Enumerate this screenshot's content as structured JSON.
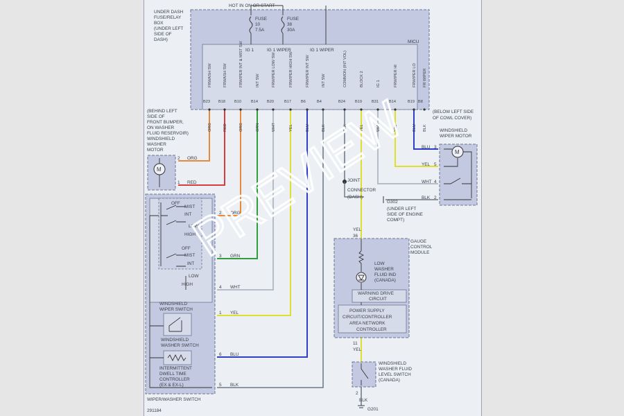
{
  "header": {
    "hot_label": "HOT IN ON OR START"
  },
  "fuse_box": {
    "label_lines": [
      "UNDER DASH",
      "FUSE/RELAY",
      "BOX",
      "(UNDER LEFT",
      "SIDE OF",
      "DASH)"
    ],
    "fuses": [
      {
        "name": "FUSE",
        "number": "10",
        "rating": "7.5A"
      },
      {
        "name": "FUSE",
        "number": "38",
        "rating": "30A"
      }
    ]
  },
  "micu": {
    "label": "MICU",
    "power_labels": [
      "IG 1",
      "IG 1 WIPER",
      "IG 1 WIPER"
    ],
    "terminals": [
      "FRWASH SW",
      "FRWASH SW",
      "FRWIPER INT & MIST SW",
      "INT SW",
      "FRWIPER LOW SW",
      "FRWIPER HIGH SW",
      "FRWIPER INT SW",
      "INT SW",
      "COMMON (INT VOL)",
      "BLOCK 2",
      "IG 1",
      "FRWIPER HI",
      "FRWIPER LO",
      "FR WIPER"
    ],
    "pins": [
      "B23",
      "B18",
      "B10",
      "B14",
      "B20",
      "B17",
      "B6",
      "B4",
      "B24",
      "B19",
      "B31",
      "B14",
      "B19",
      "B8"
    ],
    "wires": [
      "ORG",
      "RED",
      "ORG",
      "GRN",
      "WHT",
      "YEL",
      "BLU",
      "BLK",
      "BLK",
      "YEL",
      "WHT",
      "YEL",
      "BLU",
      "BLK"
    ]
  },
  "washer_motor": {
    "label_lines": [
      "(BEHIND LEFT",
      "SIDE OF",
      "FRONT BUMPER,",
      "ON WASHER",
      "FLUID RESERVOIR)",
      "WINDSHIELD",
      "WASHER",
      "MOTOR"
    ],
    "symbol": "M",
    "pins": [
      "2",
      "1"
    ],
    "wires": [
      "ORG",
      "RED"
    ]
  },
  "wiper_motor": {
    "label_lines": [
      "(BELOW LEFT SIDE",
      "OF COWL COVER)",
      "WINDSHIELD",
      "WIPER MOTOR"
    ],
    "symbol": "M",
    "pins": [
      "3",
      "5",
      "4",
      "2"
    ],
    "wires": [
      "BLU",
      "YEL",
      "WHT",
      "BLK"
    ]
  },
  "ground_g302": {
    "label_lines": [
      "G302",
      "(UNDER LEFT",
      "SIDE OF ENGINE",
      "COMPT)"
    ]
  },
  "joint_connector": {
    "label_lines": [
      "JOINT",
      "CONNECTOR",
      "(DASH)"
    ]
  },
  "switch_assembly": {
    "outer_label": "WIPER/WASHER SWITCH",
    "wiper_switch": {
      "label_lines": [
        "WINDSHIELD",
        "WIPER SWITCH"
      ],
      "positions_a": [
        "OFF",
        "MIST",
        "INT",
        "LOW",
        "HIGH"
      ],
      "positions_b": [
        "OFF",
        "MIST",
        "INT",
        "LOW",
        "HIGH"
      ]
    },
    "washer_switch": {
      "label_lines": [
        "WINDSHIELD",
        "WASHER SWITCH"
      ]
    },
    "dwell_controller": {
      "label_lines": [
        "INTERMITTENT",
        "DWELL TIME",
        "CONTROLLER",
        "(EX & EX-L)"
      ]
    },
    "pins": [
      "2",
      "3",
      "4",
      "1",
      "6",
      "5"
    ],
    "wires": [
      "ORG",
      "GRN",
      "WHT",
      "YEL",
      "BLU",
      "BLK"
    ]
  },
  "gauge_module": {
    "label_lines": [
      "GAUGE",
      "CONTROL",
      "MODULE"
    ],
    "pin_in": "36",
    "wire_in": "YEL",
    "indicator_lines": [
      "LOW",
      "WASHER",
      "FLUID IND",
      "(CANADA)"
    ],
    "drive_circuit_lines": [
      "WARNING DRIVE",
      "CIRCUIT"
    ],
    "power_supply_lines": [
      "POWER SUPPLY",
      "CIRCUIT/CONTROLLER",
      "AREA NETWORK",
      "CONTROLLER"
    ],
    "pin_out": "11",
    "wire_out": "YEL"
  },
  "level_switch": {
    "label_lines": [
      "WINDSHIELD",
      "WASHER FLUID",
      "LEVEL SWITCH",
      "(CANADA)"
    ],
    "pin": "2",
    "wire": "BLK",
    "ground": "G201"
  },
  "diagram_id": "291184",
  "watermark": "PREVIEW",
  "colors": {
    "orange": "#e8893a",
    "red": "#d83b3b",
    "green": "#2f9e3a",
    "white": "#b5bcc6",
    "yellow": "#dede2e",
    "blue": "#2e3ec8",
    "black": "#556070",
    "box_fill": "#c2c9e0",
    "box_border": "#6b7693"
  }
}
